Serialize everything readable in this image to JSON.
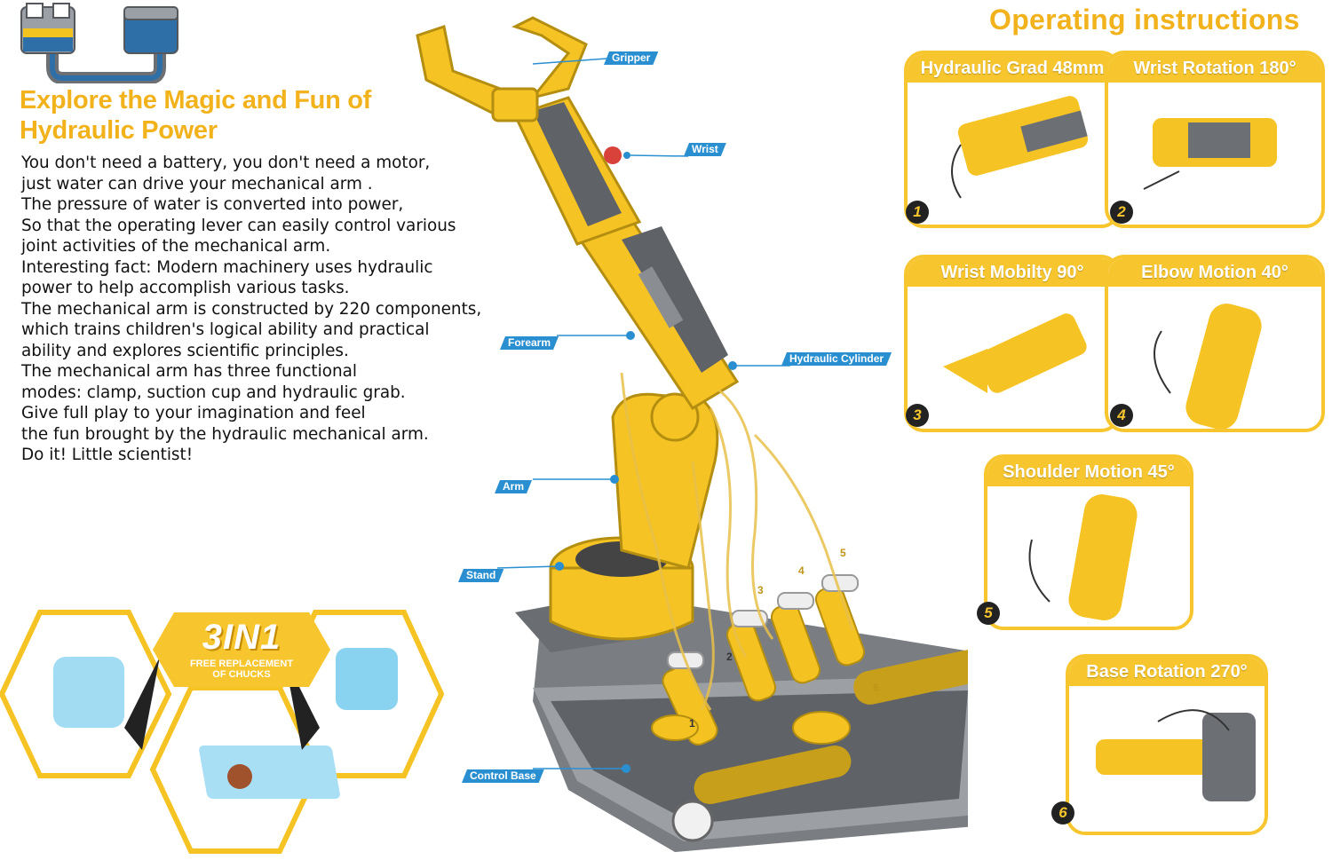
{
  "intro": {
    "headline_lines": [
      "Explore the Magic and Fun of",
      "Hydraulic Power"
    ],
    "body_lines": [
      "You don't need a battery, you don't need a motor,",
      "just water can drive your mechanical arm .",
      "The pressure of water is converted into power,",
      "So that the operating lever can easily control various",
      "joint activities of the mechanical arm.",
      "Interesting fact: Modern machinery uses hydraulic",
      "power to help accomplish various tasks.",
      "The mechanical arm is constructed by 220 components,",
      "which trains children's logical ability and practical",
      "ability and explores scientific principles.",
      "The mechanical arm has three functional",
      "modes: clamp, suction cup and hydraulic grab.",
      "Give full play to your imagination and feel",
      "the fun brought by the hydraulic mechanical arm.",
      "Do it! Little scientist!"
    ]
  },
  "callouts": {
    "gripper": "Gripper",
    "wrist": "Wrist",
    "forearm": "Forearm",
    "hydraulic_cylinder": "Hydraulic Cylinder",
    "arm": "Arm",
    "stand": "Stand",
    "control_base": "Control Base"
  },
  "control_numbers": [
    "1",
    "2",
    "3",
    "4",
    "5",
    "6"
  ],
  "operating_instructions": {
    "title": "Operating instructions",
    "cards": [
      {
        "label": "Hydraulic Grad 48mm",
        "number": "1"
      },
      {
        "label": "Wrist Rotation 180°",
        "number": "2"
      },
      {
        "label": "Wrist Mobilty 90°",
        "number": "3"
      },
      {
        "label": "Elbow Motion 40°",
        "number": "4"
      },
      {
        "label": "Shoulder Motion 45°",
        "number": "5"
      },
      {
        "label": "Base Rotation 270°",
        "number": "6"
      }
    ]
  },
  "three_in_one": {
    "title": "3IN1",
    "subtitle_lines": [
      "FREE REPLACEMENT",
      "OF CHUCKS"
    ]
  },
  "colors": {
    "accent_yellow": "#f7c52e",
    "heading_yellow": "#f2b21c",
    "callout_blue": "#2a8fd0",
    "machine_gray": "#5f6266"
  }
}
